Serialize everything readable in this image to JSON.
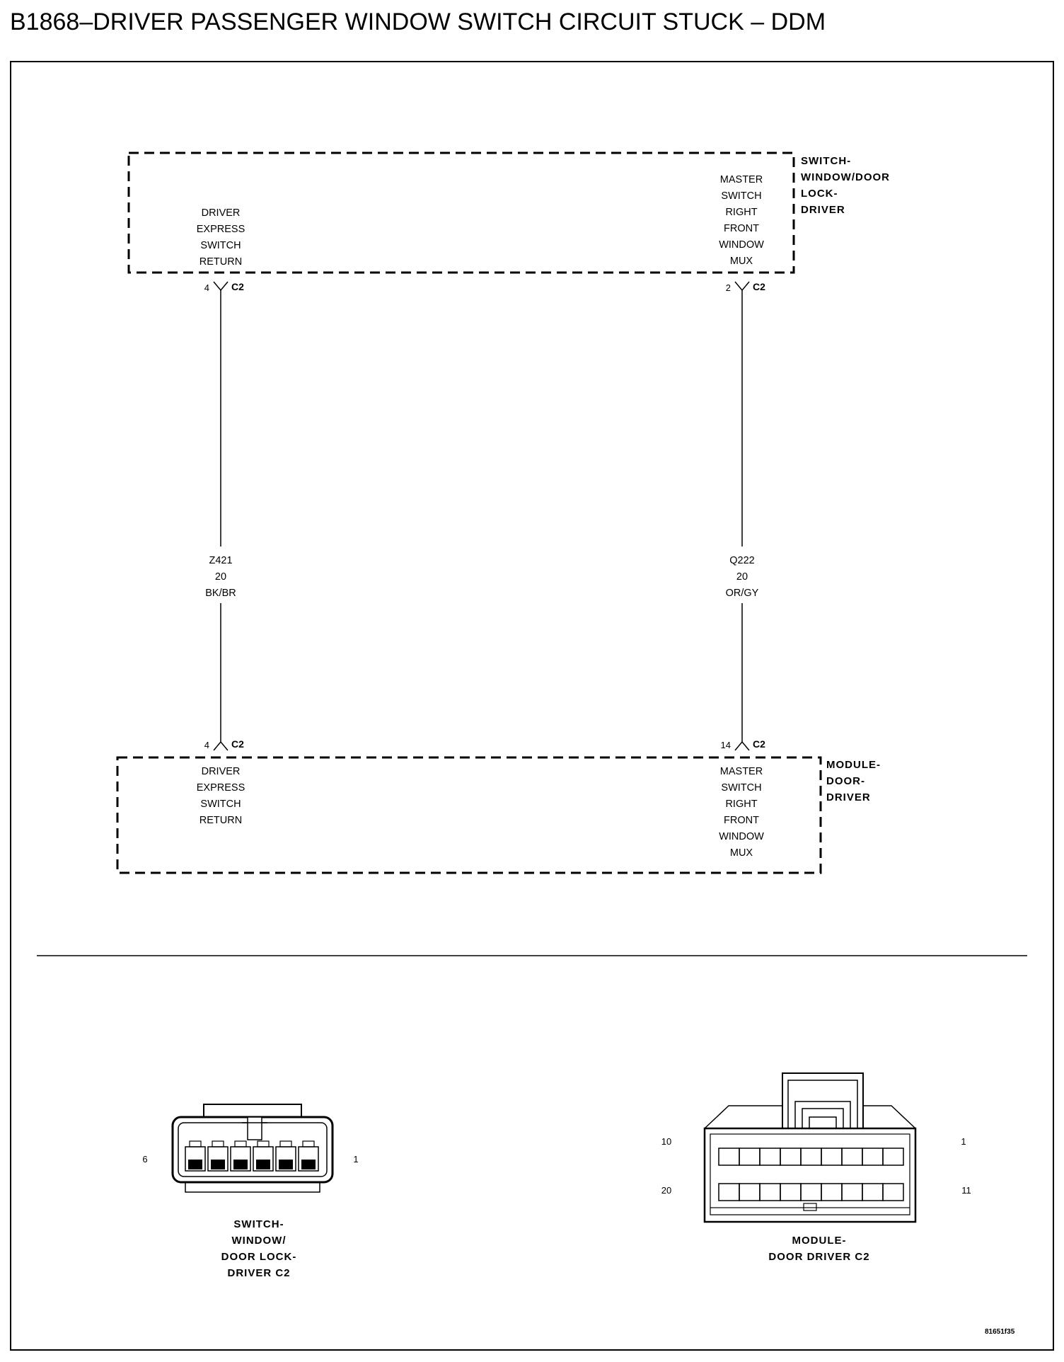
{
  "title": "B1868–DRIVER PASSENGER WINDOW SWITCH CIRCUIT STUCK – DDM",
  "components": {
    "switch": {
      "name_lines": [
        "SWITCH-",
        "WINDOW/DOOR",
        "LOCK-",
        "DRIVER"
      ],
      "left_function": [
        "DRIVER",
        "EXPRESS",
        "SWITCH",
        "RETURN"
      ],
      "right_function": [
        "MASTER",
        "SWITCH",
        "RIGHT",
        "FRONT",
        "WINDOW",
        "MUX"
      ],
      "left_pin": "4",
      "right_pin": "2",
      "connector": "C2"
    },
    "module": {
      "name_lines": [
        "MODULE-",
        "DOOR-",
        "DRIVER"
      ],
      "left_function": [
        "DRIVER",
        "EXPRESS",
        "SWITCH",
        "RETURN"
      ],
      "right_function": [
        "MASTER",
        "SWITCH",
        "RIGHT",
        "FRONT",
        "WINDOW",
        "MUX"
      ],
      "left_pin": "4",
      "right_pin": "14",
      "connector": "C2"
    }
  },
  "wires": {
    "left": [
      "Z421",
      "20",
      "BK/BR"
    ],
    "right": [
      "Q222",
      "20",
      "OR/GY"
    ]
  },
  "connector_views": {
    "switch": {
      "caption_lines": [
        "SWITCH-",
        "WINDOW/",
        "DOOR LOCK-",
        "DRIVER C2"
      ],
      "pin_left": "6",
      "pin_right": "1"
    },
    "module": {
      "caption_lines": [
        "MODULE-",
        "DOOR DRIVER C2"
      ],
      "pin_top_left": "10",
      "pin_top_right": "1",
      "pin_bottom_left": "20",
      "pin_bottom_right": "11"
    }
  },
  "figure_code": "81651f35"
}
